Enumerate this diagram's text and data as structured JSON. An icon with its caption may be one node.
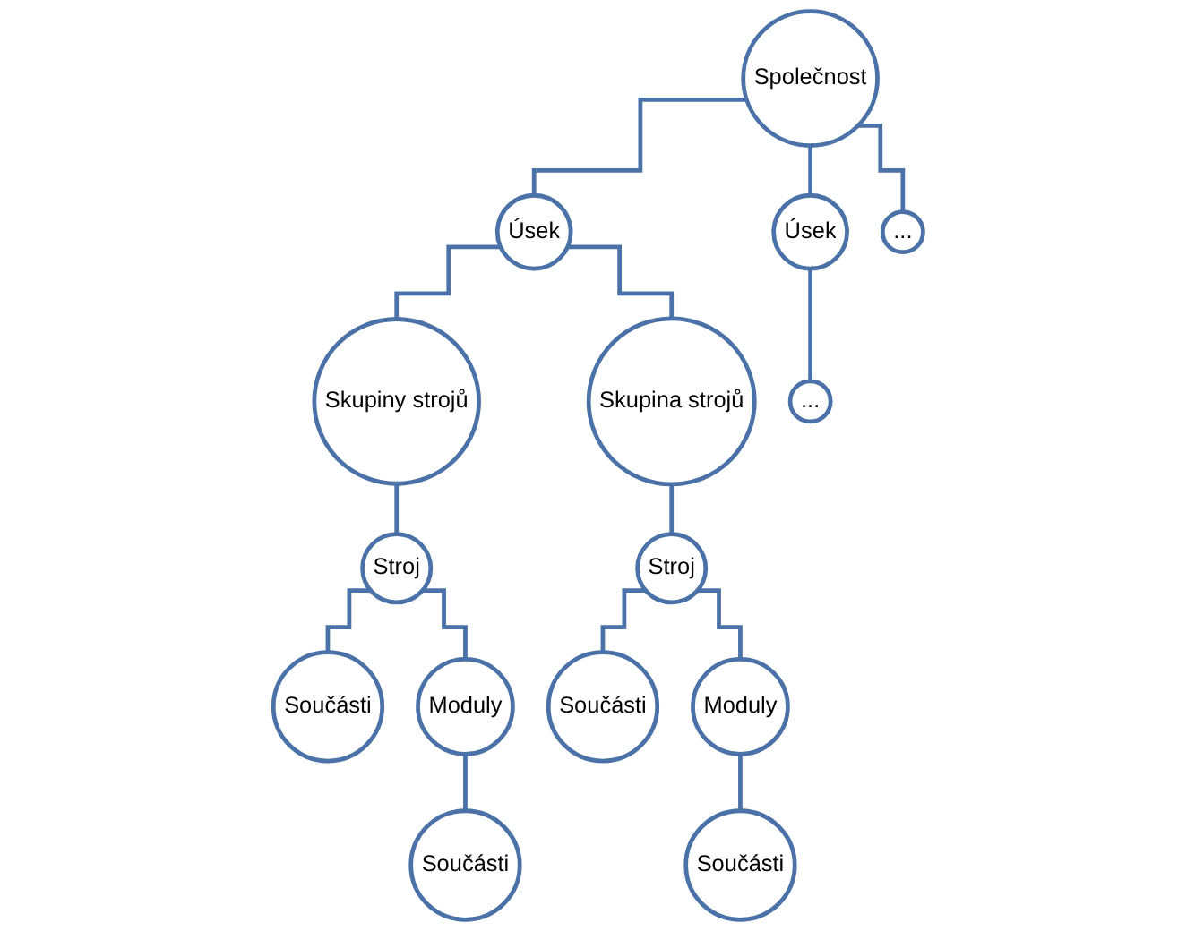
{
  "diagram": {
    "nodes": [
      {
        "text": [
          "Společnost"
        ]
      },
      {
        "text": [
          "Úsek"
        ]
      },
      {
        "text": [
          "Úsek"
        ]
      },
      {
        "text": [
          "..."
        ]
      },
      {
        "text": [
          "Skupiny strojů"
        ]
      },
      {
        "text": [
          "Skupina strojů"
        ]
      },
      {
        "text": [
          "..."
        ]
      },
      {
        "text": [
          "Stroj"
        ]
      },
      {
        "text": [
          "Stroj"
        ]
      },
      {
        "text": [
          "Součásti"
        ]
      },
      {
        "text": [
          "Moduly"
        ]
      },
      {
        "text": [
          "Součásti"
        ]
      },
      {
        "text": [
          "Součásti"
        ]
      },
      {
        "text": [
          "Moduly"
        ]
      },
      {
        "text": [
          "Součásti"
        ]
      }
    ],
    "edges": [
      {
        "from": 0,
        "to": 1,
        "arrow": "none"
      },
      {
        "from": 0,
        "to": 2,
        "arrow": "none"
      },
      {
        "from": 0,
        "to": 3,
        "arrow": "none"
      },
      {
        "from": 1,
        "to": 4,
        "arrow": "none"
      },
      {
        "from": 1,
        "to": 5,
        "arrow": "none"
      },
      {
        "from": 2,
        "to": 6,
        "arrow": "none"
      },
      {
        "from": 4,
        "to": 7,
        "arrow": "none"
      },
      {
        "from": 5,
        "to": 8,
        "arrow": "none"
      },
      {
        "from": 7,
        "to": 9,
        "arrow": "none"
      },
      {
        "from": 7,
        "to": 10,
        "arrow": "none"
      },
      {
        "from": 10,
        "to": 11,
        "arrow": "none"
      },
      {
        "from": 8,
        "to": 12,
        "arrow": "none"
      },
      {
        "from": 8,
        "to": 13,
        "arrow": "none"
      },
      {
        "from": 13,
        "to": 14,
        "arrow": "none"
      }
    ]
  }
}
